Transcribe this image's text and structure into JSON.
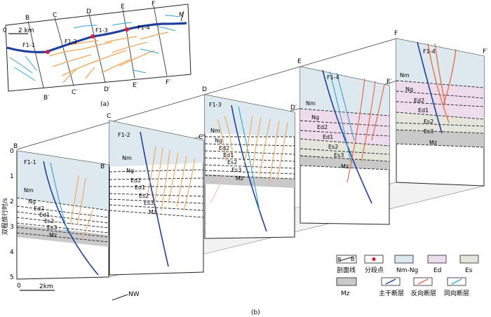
{
  "inset": {
    "caption": "(a)",
    "section_tops": [
      "B",
      "C",
      "D",
      "E",
      "F"
    ],
    "section_bottoms": [
      "B′",
      "C′",
      "D′",
      "E′",
      "F′"
    ],
    "scale_start": "0",
    "scale_end": "2 km",
    "fault_labels": [
      "F1-1",
      "F1-2",
      "F1-3",
      "F1-4"
    ],
    "north": "N"
  },
  "main": {
    "caption": "(b)",
    "axis_label": "双程旅行时/s",
    "ticks": [
      "0",
      "1",
      "2",
      "3",
      "4",
      "5"
    ],
    "scale_start": "0",
    "scale_end": "2km",
    "direction": "NW",
    "sections": [
      {
        "top": "B",
        "bottom": "B′",
        "fault": "F1-1",
        "layers": [
          "Nm",
          "Ng",
          "Ed2",
          "Ed1",
          "Es2",
          "Es3",
          "Mz"
        ]
      },
      {
        "top": "C",
        "bottom": "C′",
        "fault": "F1-2",
        "layers": [
          "Nm",
          "Ng",
          "Ed2",
          "Ed1",
          "Es2",
          "Es3",
          "Mz"
        ]
      },
      {
        "top": "D",
        "bottom": "D′",
        "fault": "F1-3",
        "layers": [
          "Nm",
          "Ng",
          "Ed2",
          "Ed1",
          "Es2",
          "Es3",
          "Mz"
        ]
      },
      {
        "top": "E",
        "bottom": "E′",
        "fault": "F1-4",
        "layers": [
          "Nm",
          "Ng",
          "Ed2",
          "Ed1",
          "Es2",
          "Es3",
          "Mz"
        ]
      },
      {
        "top": "F",
        "bottom": "F′",
        "fault": "F1-4",
        "layers": [
          "Nm",
          "Ng",
          "Ed2",
          "Ed1",
          "Es2",
          "Es3",
          "Mz"
        ]
      }
    ]
  },
  "legend": {
    "items": [
      {
        "label": "剖面线",
        "icon": "section-line"
      },
      {
        "label": "分段点",
        "icon": "segment-point"
      },
      {
        "label": "Nm-Ng",
        "icon": "swatch",
        "color": "#dde9ee"
      },
      {
        "label": "Ed",
        "icon": "swatch",
        "color": "#ecdcec"
      },
      {
        "label": "Es",
        "icon": "swatch",
        "color": "#e4e6dc"
      },
      {
        "label": "Mz",
        "icon": "swatch",
        "color": "#c9c9c9"
      },
      {
        "label": "主干断层",
        "icon": "line",
        "color": "#1f3f99"
      },
      {
        "label": "反向断层",
        "icon": "line",
        "color": "#e8603c"
      },
      {
        "label": "同向断层",
        "icon": "line",
        "color": "#2aa3d8"
      }
    ],
    "section_line_marks": [
      "B",
      "B′"
    ]
  },
  "colors": {
    "nm_ng": "#dde9ee",
    "ed": "#ecdcec",
    "es": "#e4e6dc",
    "mz": "#c9c9c9",
    "main_fault": "#1f3f99",
    "antithetic_fault": "#e8603c",
    "synthetic_fault": "#2aa3d8",
    "orange_fault": "#f2a65a",
    "segment_point": "#d8203a"
  }
}
